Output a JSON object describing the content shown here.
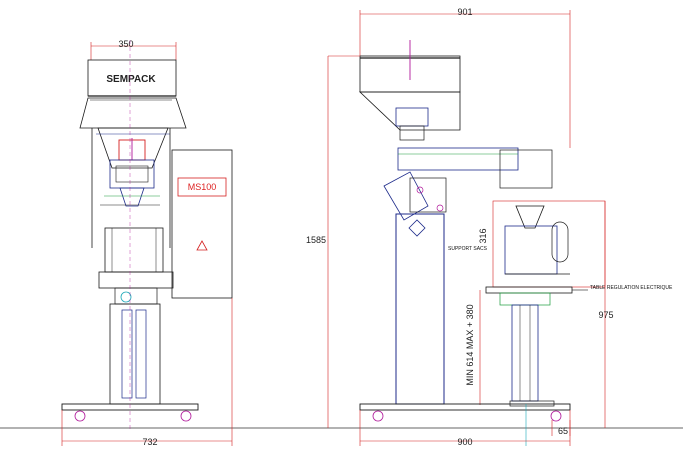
{
  "front_view": {
    "brand": "SEMPACK",
    "model_label": "MS100",
    "dim_top_width": "350",
    "dim_bottom_width": "732"
  },
  "side_view": {
    "dim_top_width": "901",
    "dim_total_height": "1585",
    "dim_bag_support": "316",
    "support_label": "SUPPORT SACS",
    "table_label": "TABLE REGULATION ELECTRIQUE",
    "dim_table_height": "975",
    "dim_adjust": "MIN 614 MAX + 380",
    "dim_bottom_width": "900",
    "dim_foot": "65"
  },
  "colors": {
    "outline": "#1a1a1a",
    "dimension": "#d42020",
    "frame": "#1c2a8a",
    "accent_magenta": "#b0189a",
    "accent_cyan": "#1aa8b8",
    "accent_green": "#1a9a3a"
  }
}
